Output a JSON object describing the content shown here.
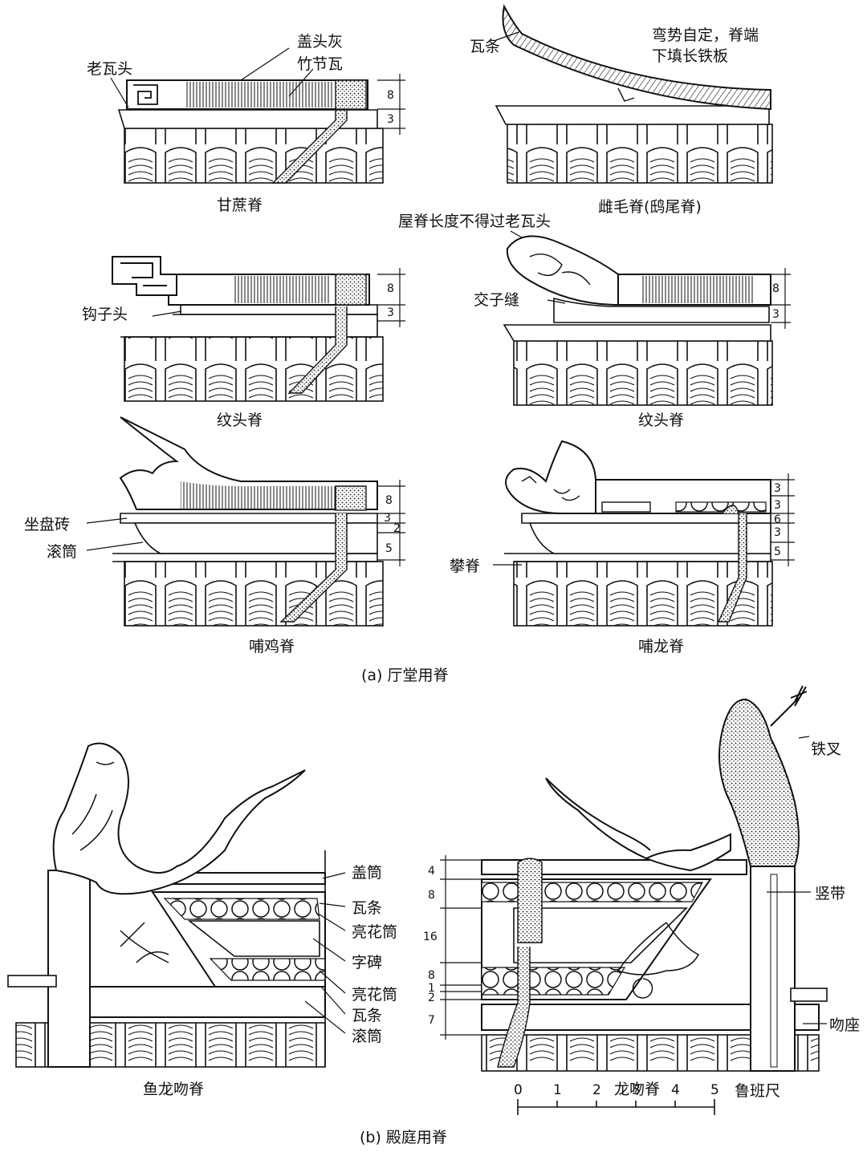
{
  "section_a": {
    "caption": "(a) 厅堂用脊",
    "panels": [
      {
        "title": "甘蔗脊",
        "labels": [
          "盖头灰",
          "竹节瓦",
          "老瓦头"
        ],
        "dims": [
          "8",
          "3"
        ]
      },
      {
        "title": "雌毛脊(鸱尾脊)",
        "labels": [
          "瓦条",
          "弯势自定，脊端",
          "下填长铁板"
        ],
        "dims": []
      },
      {
        "title": "纹头脊",
        "labels": [
          "钩子头"
        ],
        "dims": [
          "8",
          "3"
        ]
      },
      {
        "title": "纹头脊",
        "labels": [
          "屋脊长度不得过老瓦头",
          "交子缝"
        ],
        "dims": [
          "8",
          "3"
        ]
      },
      {
        "title": "哺鸡脊",
        "labels": [
          "坐盘砖",
          "滚筒"
        ],
        "dims": [
          "8",
          "3",
          "2",
          "5"
        ]
      },
      {
        "title": "哺龙脊",
        "labels": [
          "攀脊"
        ],
        "dims": [
          "3",
          "3",
          "6",
          "3",
          "5"
        ]
      }
    ]
  },
  "section_b": {
    "caption": "(b) 殿庭用脊",
    "panels": [
      {
        "title": "鱼龙吻脊",
        "labels": [
          "盖筒",
          "瓦条",
          "亮花筒",
          "字碑",
          "亮花筒",
          "瓦条",
          "滚筒"
        ]
      },
      {
        "title": "龙吻脊",
        "labels": [
          "铁叉",
          "竖带",
          "吻座"
        ],
        "dims": [
          "4",
          "8",
          "16",
          "8",
          "1",
          "2",
          "7"
        ]
      }
    ],
    "scale": {
      "ticks": [
        "0",
        "1",
        "2",
        "3",
        "4",
        "5"
      ],
      "unit": "鲁班尺"
    }
  },
  "colors": {
    "ink": "#111111",
    "paper": "#ffffff"
  }
}
